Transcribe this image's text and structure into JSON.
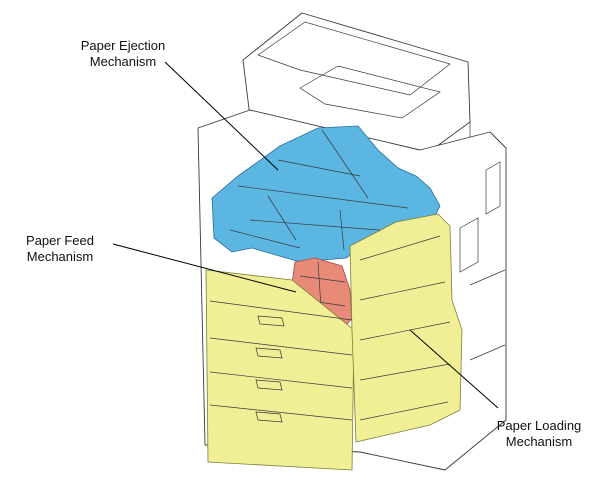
{
  "labels": {
    "ejection": {
      "line1": "Paper Ejection",
      "line2": "Mechanism"
    },
    "feed": {
      "line1": "Paper Feed",
      "line2": "Mechanism"
    },
    "loading": {
      "line1": "Paper Loading",
      "line2": "Mechanism"
    }
  },
  "colors": {
    "ejection": "#5bb6e2",
    "feed": "#e78a78",
    "loading": "#f0ef96",
    "outline": "#3a3a3a"
  }
}
